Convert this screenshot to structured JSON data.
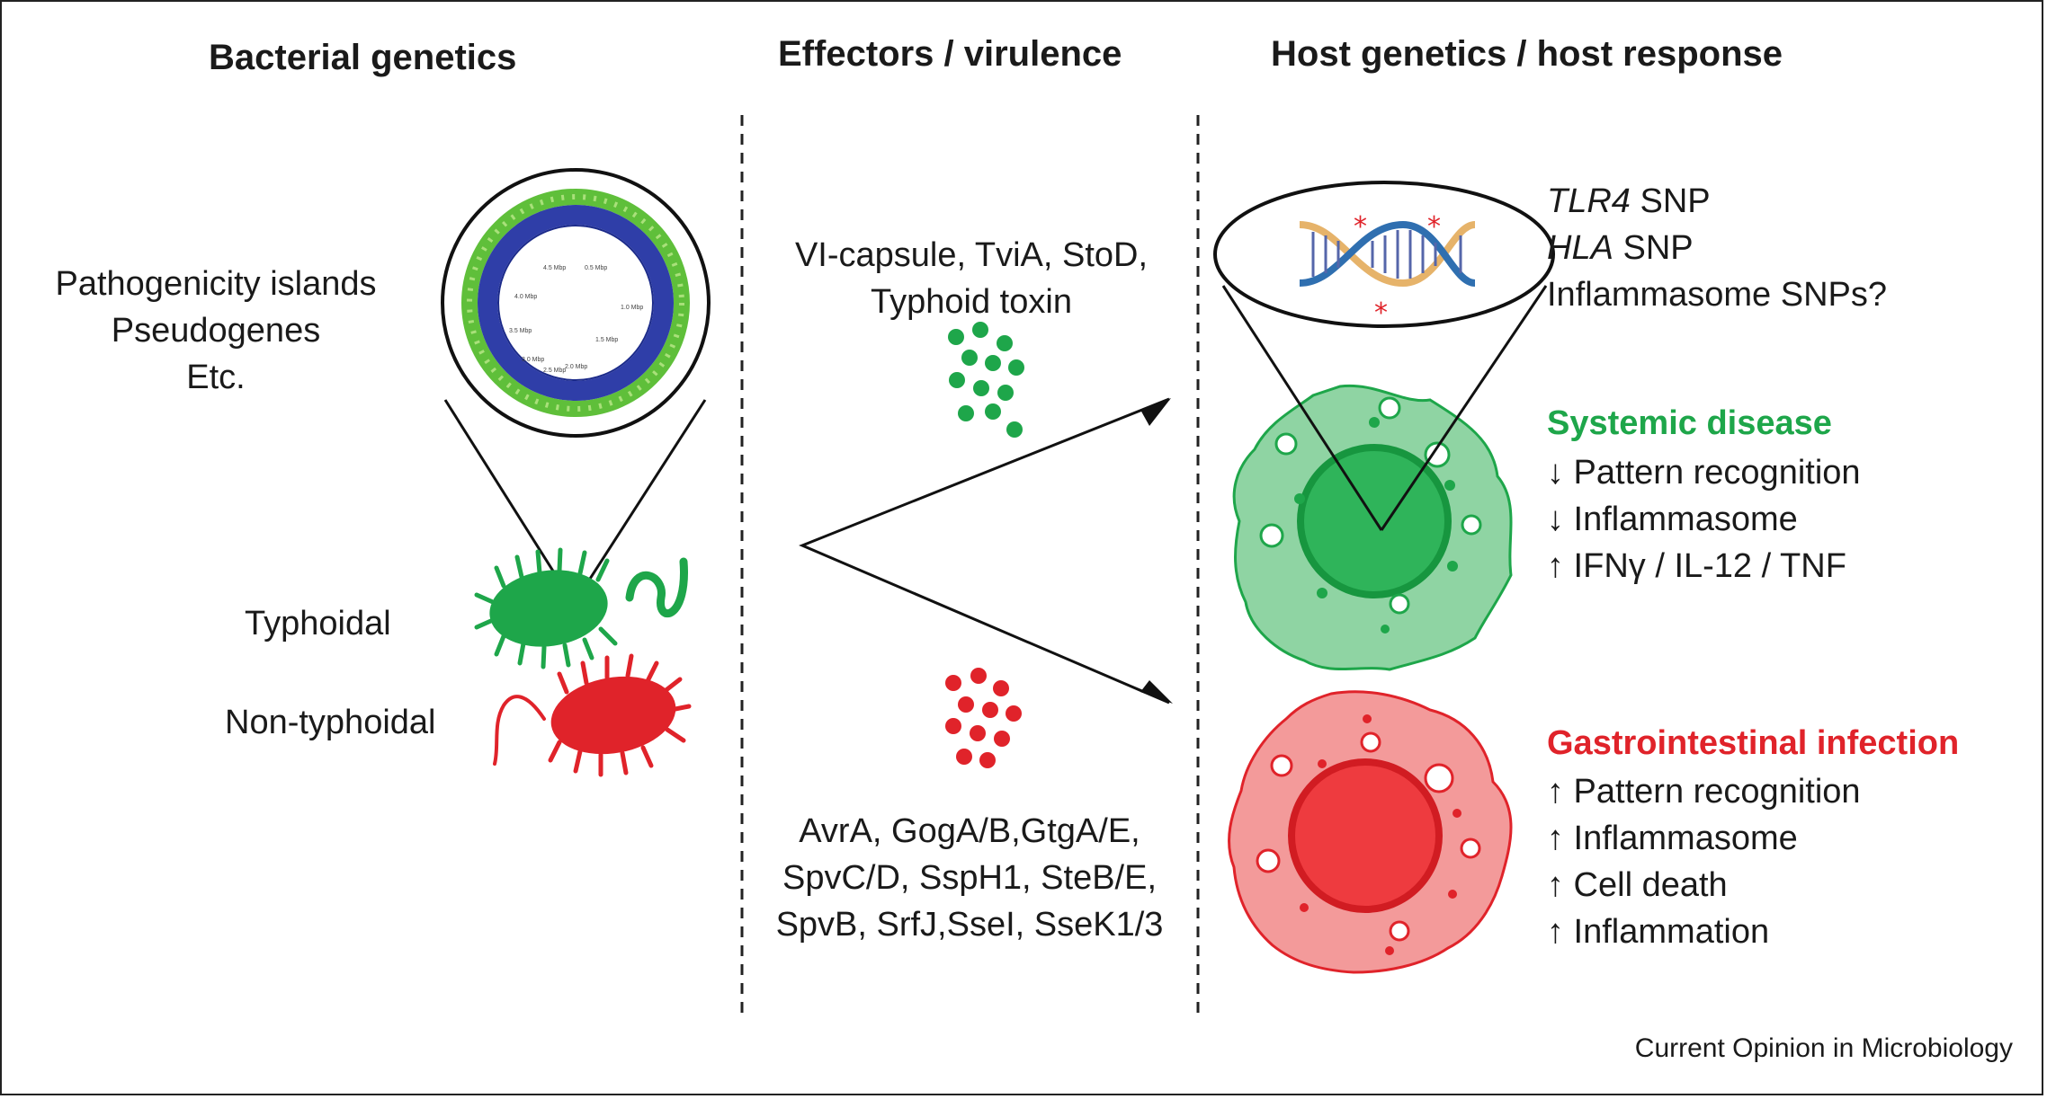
{
  "headers": {
    "bacterial": "Bacterial genetics",
    "effectors": "Effectors / virulence",
    "host": "Host genetics / host response"
  },
  "bacterial": {
    "features": [
      "Pathogenicity islands",
      "Pseudogenes",
      "Etc."
    ],
    "typhoidal_label": "Typhoidal",
    "nontyphoidal_label": "Non-typhoidal",
    "genome_ticks": [
      "4.5 Mbp",
      "0.5 Mbp",
      "4.0 Mbp",
      "1.0 Mbp",
      "1.5 Mbp",
      "3.5 Mbp",
      "2.0 Mbp",
      "3.0 Mbp",
      "2.5 Mbp"
    ]
  },
  "effectors": {
    "typhoidal": [
      "VI-capsule, TviA, StoD,",
      "Typhoid toxin"
    ],
    "nontyphoidal": [
      "AvrA, GogA/B,GtgA/E,",
      "SpvC/D, SspH1, SteB/E,",
      "SpvB, SrfJ,SseI, SseK1/3"
    ]
  },
  "host": {
    "snp_line1_gene": "TLR4",
    "snp_line1_rest": " SNP",
    "snp_line2_gene": "HLA",
    "snp_line2_rest": " SNP",
    "snp_line3": "Inflammasome SNPs?",
    "systemic": {
      "title": "Systemic disease",
      "items": [
        "↓ Pattern recognition",
        "↓ Inflammasome",
        "↑ IFNγ / IL-12 / TNF"
      ]
    },
    "gastro": {
      "title": "Gastrointestinal infection",
      "items": [
        "↑ Pattern recognition",
        "↑ Inflammasome",
        "↑ Cell death",
        "↑ Inflammation"
      ]
    }
  },
  "footer": "Current Opinion in Microbiology",
  "colors": {
    "typhoidal": "#1ea64a",
    "nontyphoidal": "#e0232a",
    "cell_green": "#8fd4a3",
    "cell_red": "#f39a9a",
    "genome_blue": "#2f3ea8"
  }
}
